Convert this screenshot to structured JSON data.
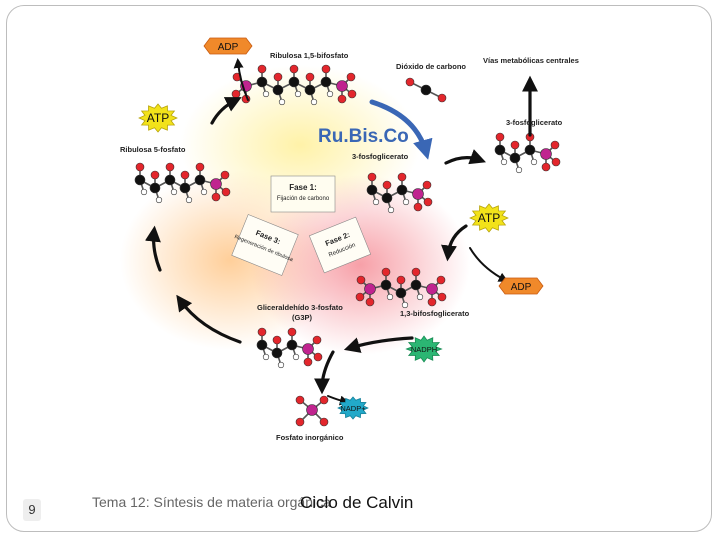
{
  "slide": {
    "number": "9",
    "course": "Tema 12: Síntesis de materia orgánica",
    "title": "Ciclo de Calvin"
  },
  "diagram": {
    "enzyme": "Ru.Bis.Co",
    "phase1": {
      "title": "Fase 1:",
      "subtitle": "Fijación de carbono"
    },
    "phase2": {
      "title": "Fase 2:",
      "subtitle": "Reducción"
    },
    "phase3": {
      "title": "Fase 3:",
      "subtitle": "Regeneración de ribulosa"
    },
    "labels": {
      "rubp": "Ribulosa 1,5-bifosfato",
      "co2": "Dióxido de carbono",
      "central": "Vías metabólicas centrales",
      "pga_right": "3-fosfoglicerato",
      "pga_center": "3-fosfoglicerato",
      "r5p": "Ribulosa 5-fosfato",
      "bpg": "1,3-bifosfoglicerato",
      "g3p_1": "Gliceraldehído 3-fosfato",
      "g3p_2": "(G3P)",
      "pi": "Fosfato inorgánico"
    },
    "badges": {
      "adp_top": "ADP",
      "atp_left": "ATP",
      "atp_right": "ATP",
      "adp_right": "ADP",
      "nadph": "NADPH",
      "nadp": "NADP+"
    },
    "colors": {
      "atp": "#f2e21a",
      "adp": "#f0892a",
      "nadph": "#2bb673",
      "nadp": "#22a9c9",
      "phosphorus": "#c0248f",
      "oxygen": "#e3262c",
      "carbon": "#111111",
      "enzyme": "#3a67b5"
    }
  }
}
